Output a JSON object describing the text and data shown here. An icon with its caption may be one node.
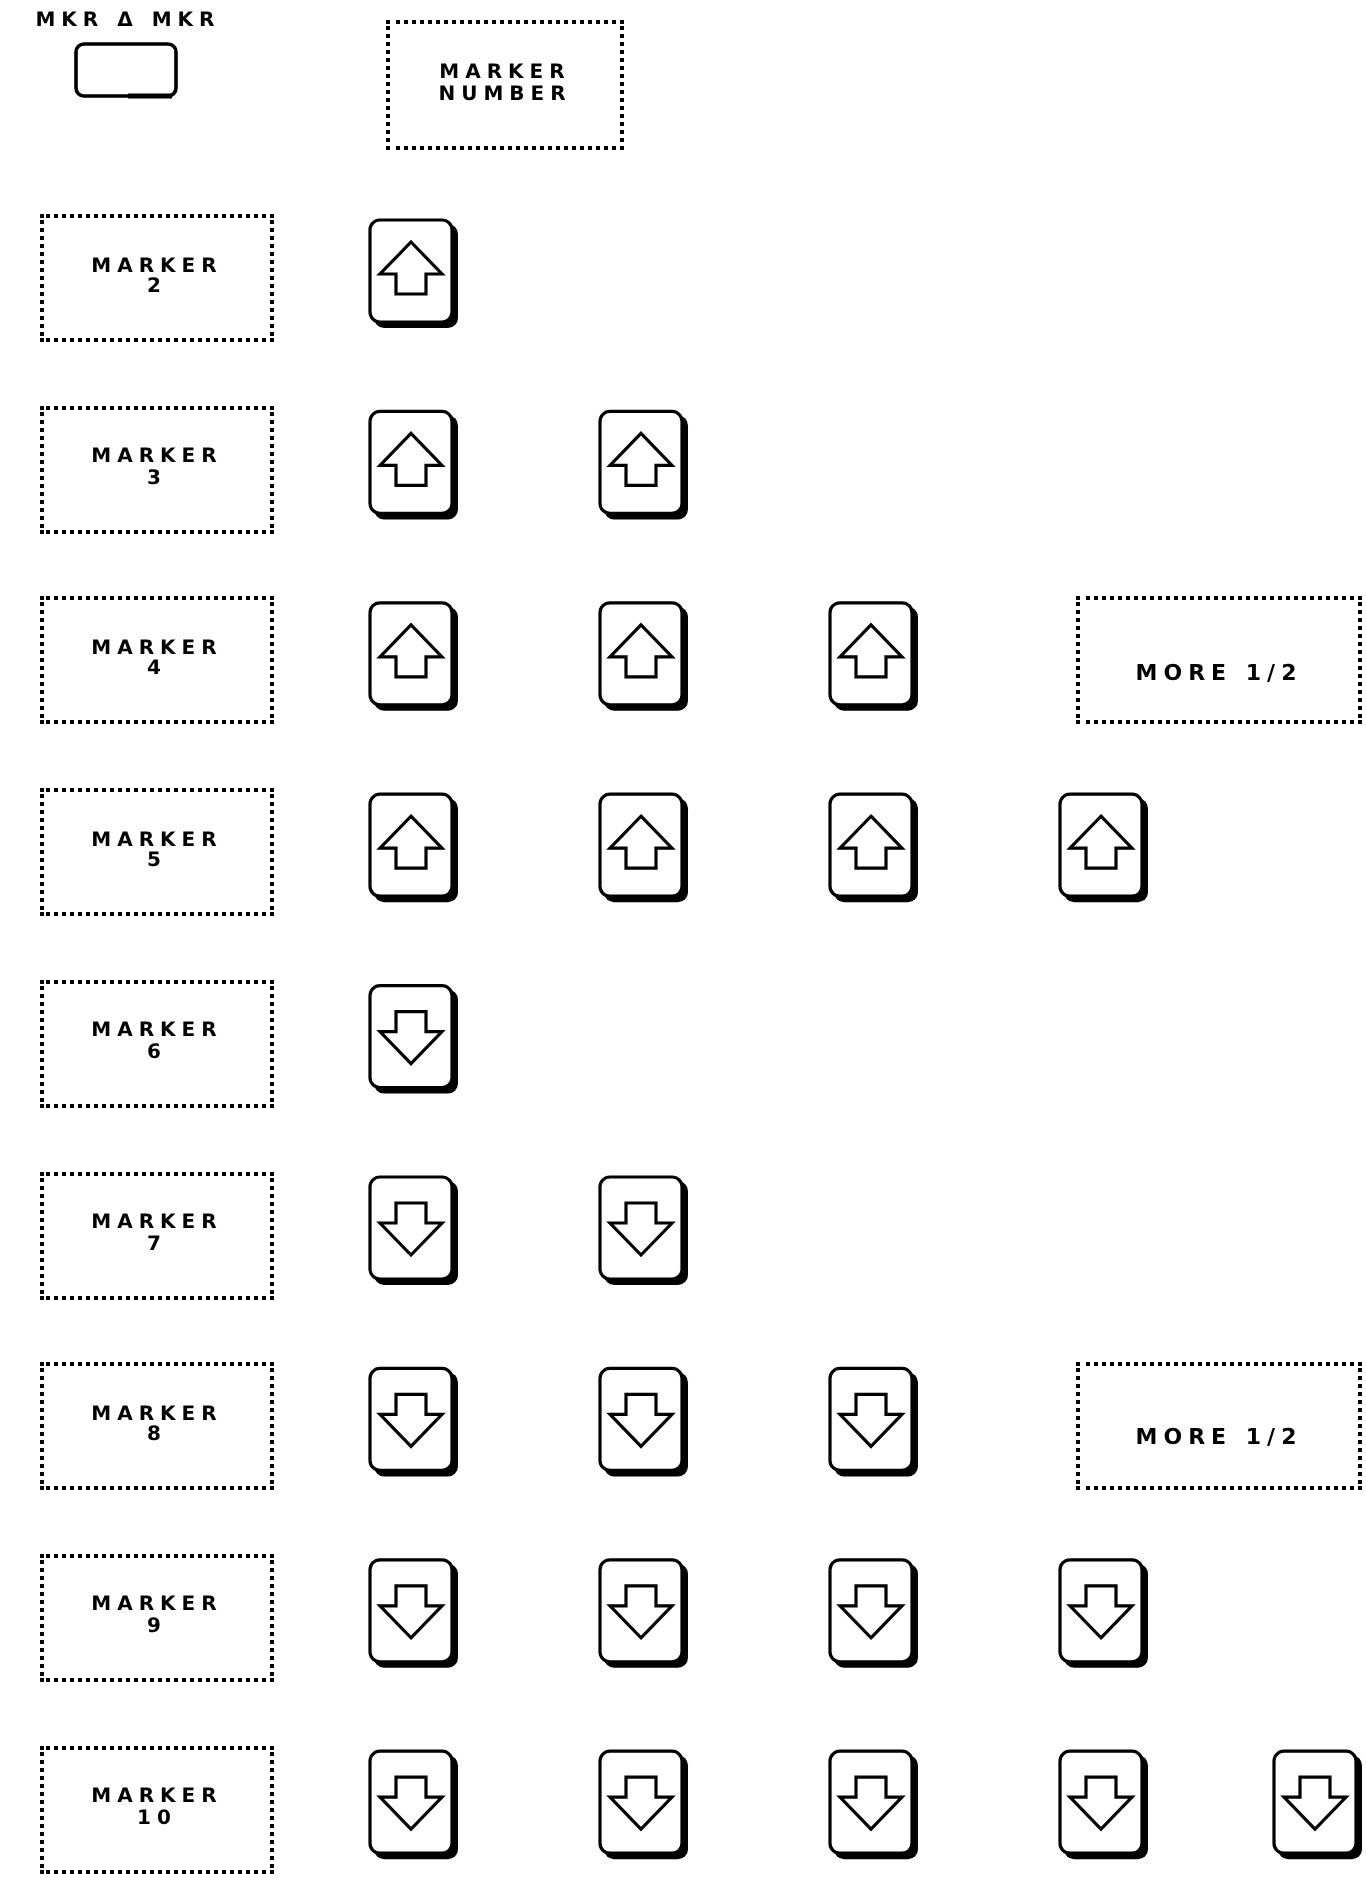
{
  "diagram": {
    "nodes": [
      {
        "text": [
          "MKR Δ MKR"
        ]
      },
      {
        "text": [
          "MARKER NUMBER"
        ]
      },
      {
        "text": [
          "MARKER 2"
        ]
      },
      {
        "text": [
          "MARKER 3"
        ]
      },
      {
        "text": [
          "MARKER 4"
        ]
      },
      {
        "text": [
          "MORE 1/2"
        ]
      },
      {
        "text": [
          "MARKER 5"
        ]
      },
      {
        "text": [
          "MARKER 6"
        ]
      },
      {
        "text": [
          "MARKER 7"
        ]
      },
      {
        "text": [
          "MARKER 8"
        ]
      },
      {
        "text": [
          "MORE 1/2"
        ]
      },
      {
        "text": [
          "MARKER 9"
        ]
      },
      {
        "text": [
          "MARKER 10"
        ]
      }
    ]
  }
}
